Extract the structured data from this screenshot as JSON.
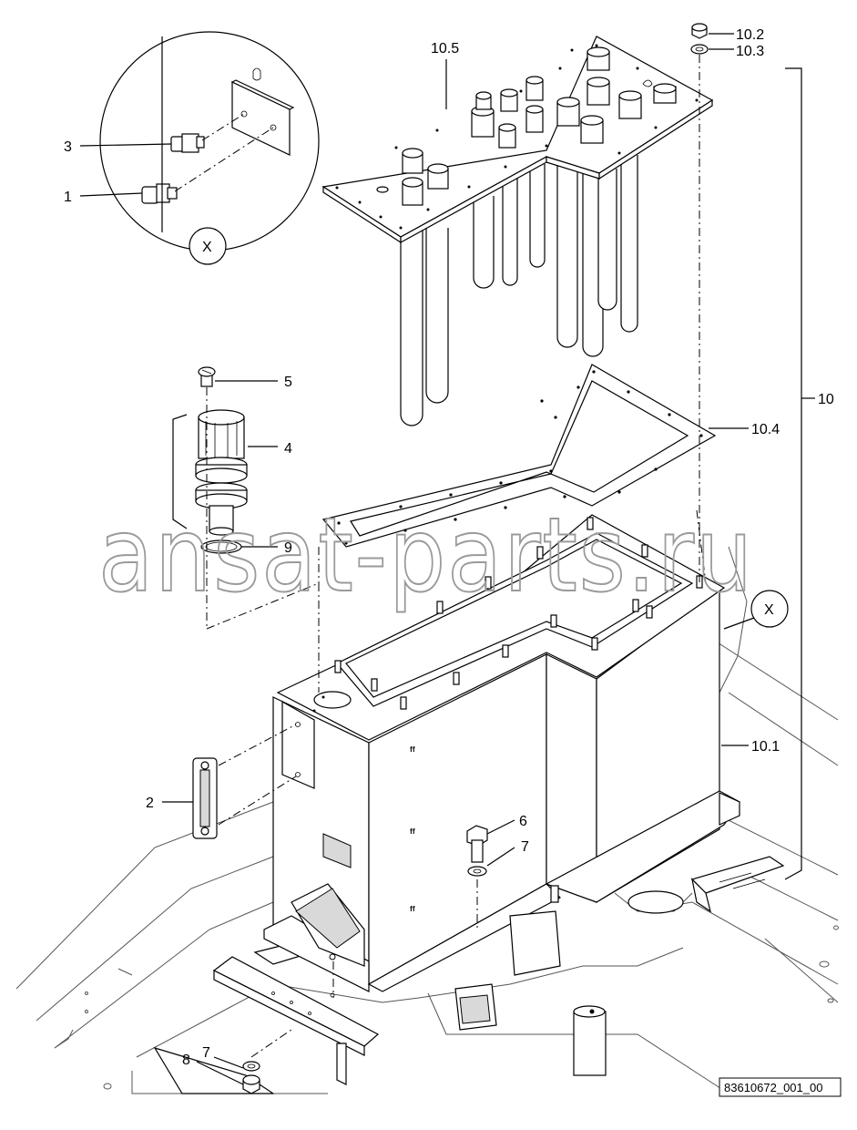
{
  "callouts": {
    "c1": "1",
    "c2": "2",
    "c3": "3",
    "c4": "4",
    "c5": "5",
    "c6": "6",
    "c7a": "7",
    "c7b": "7",
    "c8": "8",
    "c9": "9",
    "c10": "10",
    "c10_1": "10.1",
    "c10_2": "10.2",
    "c10_3": "10.3",
    "c10_4": "10.4",
    "c10_5": "10.5"
  },
  "detail_view": {
    "letter": "X",
    "pointer_letter": "X"
  },
  "watermark": "ansat-parts.ru",
  "drawing_number": "83610672_001_00"
}
